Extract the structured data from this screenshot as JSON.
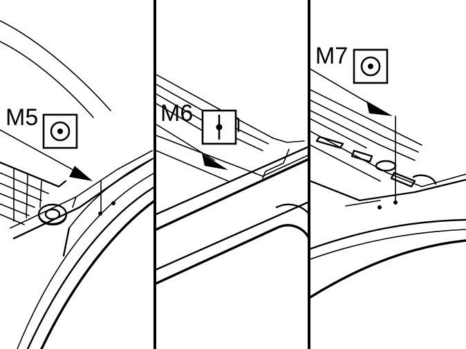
{
  "panels": [
    {
      "id": "left",
      "label": "M5",
      "symbol": "spot-weld-symbol"
    },
    {
      "id": "middle",
      "label": "M6",
      "symbol": "plug-weld-symbol"
    },
    {
      "id": "right",
      "label": "M7",
      "symbol": "spot-weld-symbol"
    }
  ],
  "colors": {
    "line": "#000000",
    "background": "#ffffff"
  }
}
